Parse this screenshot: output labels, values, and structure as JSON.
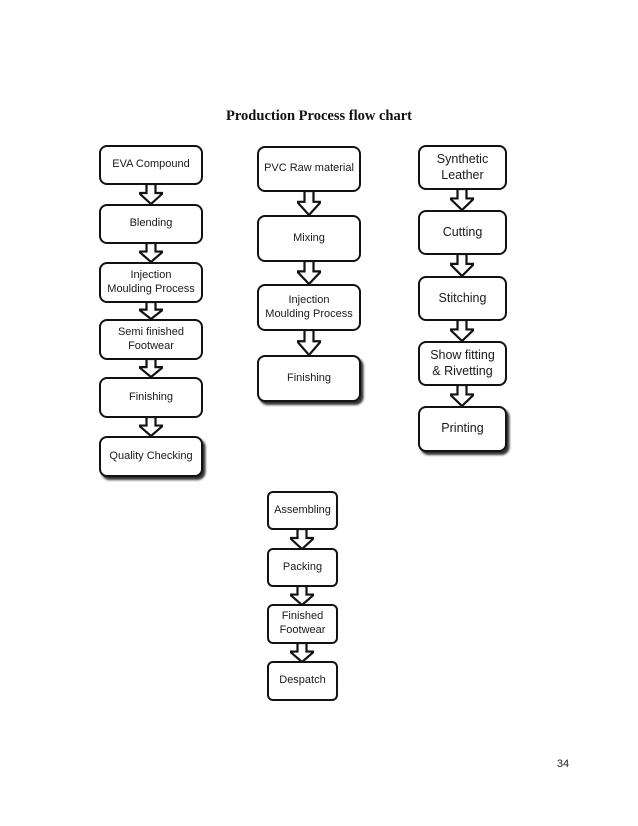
{
  "title": "Production Process flow chart",
  "page_number": "34",
  "flow": {
    "connector_icon": "down-block-arrow-icon",
    "columns": [
      {
        "boxes": [
          "EVA Compound",
          "Blending",
          "Injection\nMoulding Process",
          "Semi finished\nFootwear",
          "Finishing",
          "Quality Checking"
        ]
      },
      {
        "boxes": [
          "PVC Raw material",
          "Mixing",
          "Injection\nMoulding Process",
          "Finishing"
        ]
      },
      {
        "boxes": [
          "Synthetic\nLeather",
          "Cutting",
          "Stitching",
          "Show fitting\n& Rivetting",
          "Printing"
        ]
      },
      {
        "boxes": [
          "Assembling",
          "Packing",
          "Finished\nFootwear",
          "Despatch"
        ]
      }
    ]
  },
  "colors": {
    "box_border": "#121212",
    "box_fill": "#ffffff",
    "text": "#1a1a1a",
    "shadow": "#000000"
  }
}
